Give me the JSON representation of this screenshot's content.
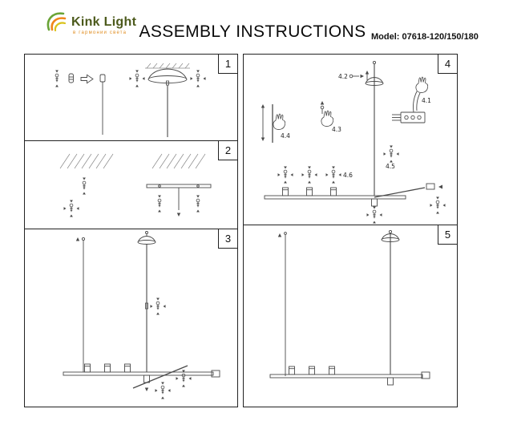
{
  "header": {
    "brand": "Kink Light",
    "tagline": "в гармонии света",
    "title": "ASSEMBLY INSTRUCTIONS",
    "model": "Model: 07618-120/150/180"
  },
  "steps": {
    "s1": "1",
    "s2": "2",
    "s3": "3",
    "s4": "4",
    "s5": "5"
  },
  "substeps": {
    "s41": "4.1",
    "s42": "4.2",
    "s43": "4.3",
    "s44": "4.4",
    "s45": "4.5",
    "s46": "4.6"
  },
  "colors": {
    "line": "#4a4a4a",
    "hatch": "#8a8a8a",
    "logo_green": "#6aa437",
    "logo_orange": "#f0861c",
    "logo_yellow": "#d9c21a",
    "logo_text": "#4c5a1c"
  }
}
